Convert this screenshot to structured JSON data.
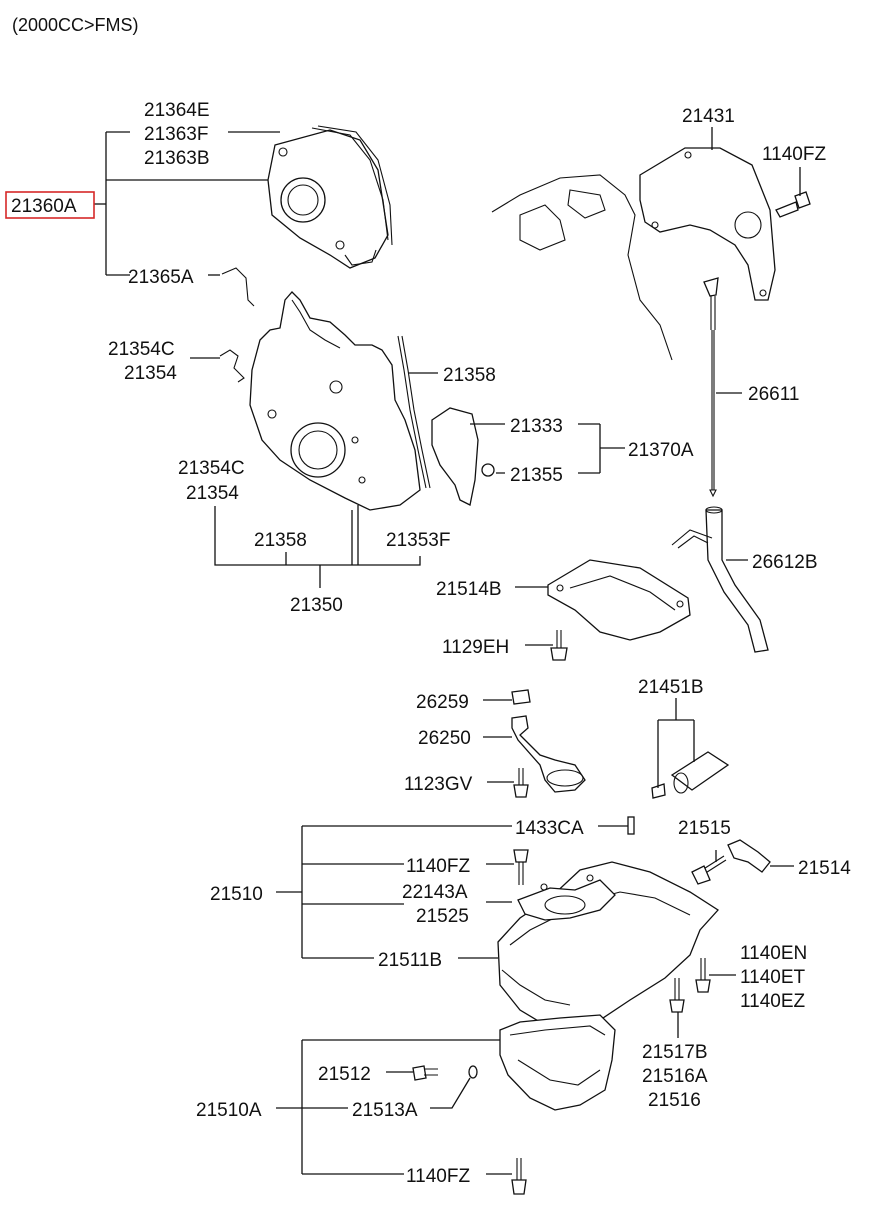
{
  "header": "(2000CC>FMS)",
  "highlight_color": "#d62828",
  "labels": {
    "p21364E": "21364E",
    "p21363F": "21363F",
    "p21363B": "21363B",
    "p21360A": "21360A",
    "p21365A": "21365A",
    "p21354C_a": "21354C",
    "p21354_a": "21354",
    "p21358_a": "21358",
    "p21333": "21333",
    "p21355": "21355",
    "p21370A": "21370A",
    "p21354C_b": "21354C",
    "p21354_b": "21354",
    "p21358_b": "21358",
    "p21353F": "21353F",
    "p21350": "21350",
    "p21431": "21431",
    "p1140FZ_a": "1140FZ",
    "p26611": "26611",
    "p26612B": "26612B",
    "p21514B": "21514B",
    "p1129EH": "1129EH",
    "p26259": "26259",
    "p26250": "26250",
    "p1123GV": "1123GV",
    "p21451B": "21451B",
    "p1433CA": "1433CA",
    "p21515": "21515",
    "p21514": "21514",
    "p1140FZ_b": "1140FZ",
    "p21510": "21510",
    "p22143A": "22143A",
    "p21525": "21525",
    "p21511B": "21511B",
    "p1140EN": "1140EN",
    "p1140ET": "1140ET",
    "p1140EZ": "1140EZ",
    "p21517B": "21517B",
    "p21516A": "21516A",
    "p21516": "21516",
    "p21512": "21512",
    "p21510A": "21510A",
    "p21513A": "21513A",
    "p1140FZ_c": "1140FZ"
  }
}
